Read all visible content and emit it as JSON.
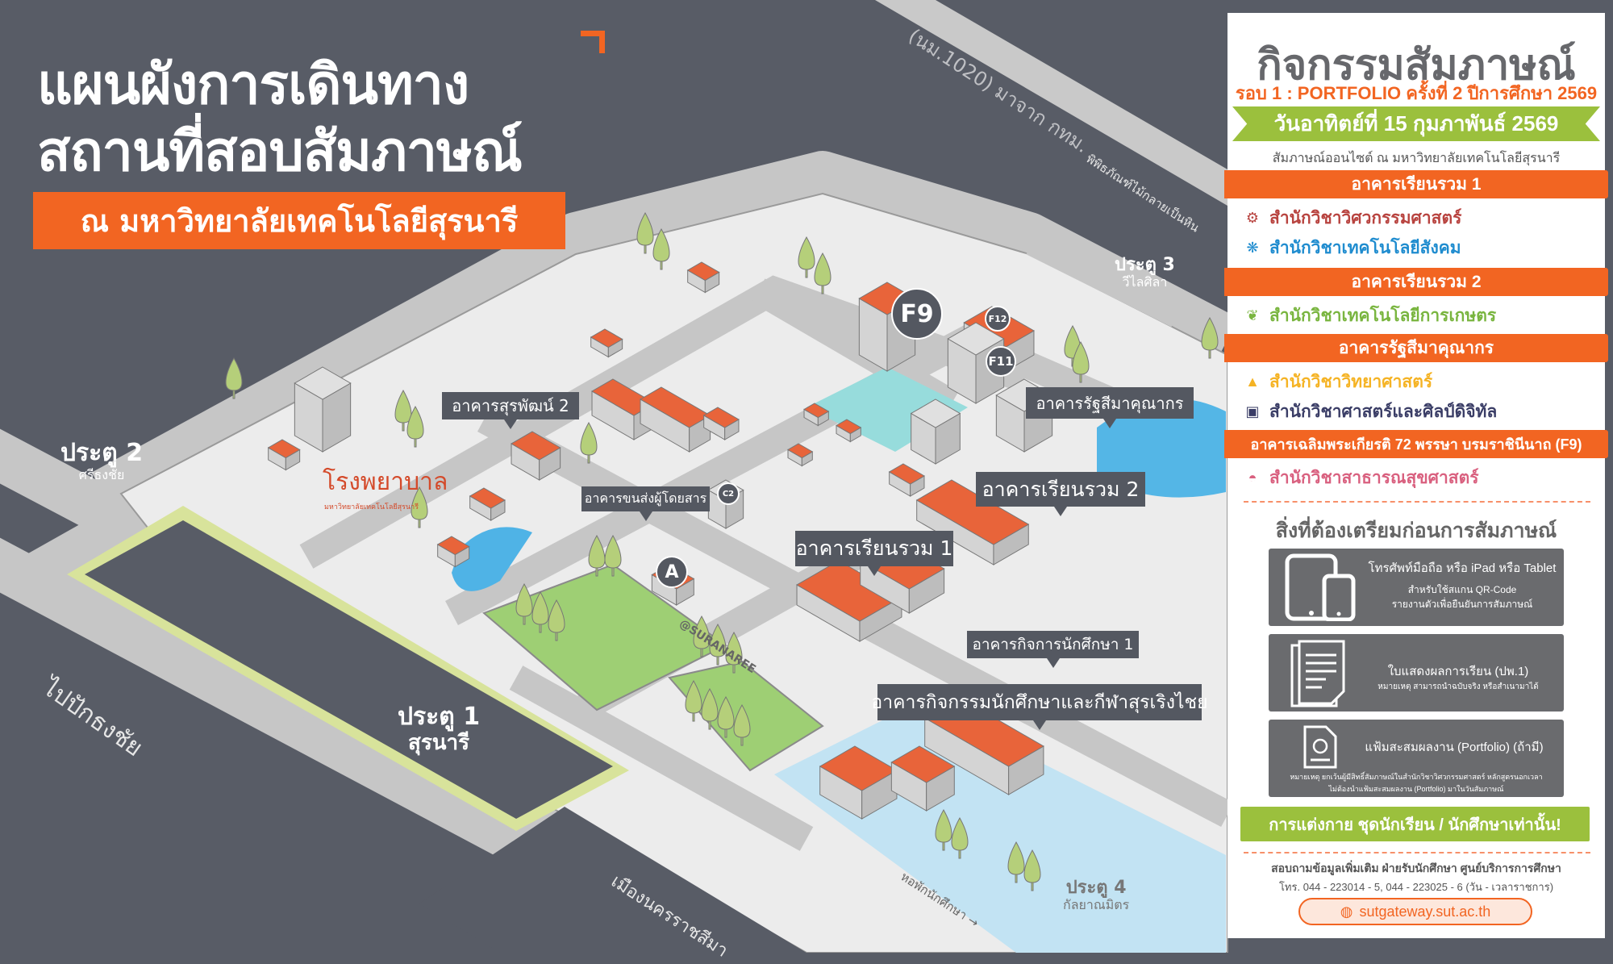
{
  "header": {
    "title_line1": "แผนผังการเดินทาง",
    "title_line2": "สถานที่สอบสัมภาษณ์",
    "banner": "ณ มหาวิทยาลัยเทคโนโลยีสุรนารี"
  },
  "map": {
    "road_labels": {
      "highway": "(นม.1020)  มาจาก กทม.",
      "museum": "พิพิธภัณฑ์ไม้กลายเป็นหิน",
      "to_pakthongchai": "ไปปักธงชัย",
      "to_korat": "เมืองนครราชสีมา",
      "dorm": "หอพักนักศึกษา →"
    },
    "gates": [
      {
        "name": "ประตู 2",
        "sub": "ศรีธงชัย"
      },
      {
        "name": "ประตู 1",
        "sub": "สุรนารี"
      },
      {
        "name": "ประตู 3",
        "sub": "วีไลศิลา"
      },
      {
        "name": "ประตู 4",
        "sub": "กัลยาณมิตร"
      }
    ],
    "hospital": {
      "name": "โรงพยาบาล",
      "sub": "มหาวิทยาลัยเทคโนโลยีสุรนารี"
    },
    "watermark": "@SURANAREE",
    "buildings": [
      "อาคารสุรพัฒน์ 2",
      "อาคารขนส่งผู้โดยสาร",
      "อาคารรัฐสีมาคุณากร",
      "อาคารเรียนรวม 2",
      "อาคารเรียนรวม 1",
      "อาคารกิจการนักศึกษา 1",
      "อาคารกิจกรรมนักศึกษาและกีฬาสุรเริงไชย"
    ],
    "pins": [
      "F9",
      "F12",
      "F11",
      "C2",
      "A"
    ]
  },
  "panel": {
    "title": "กิจกรรมสัมภาษณ์",
    "round": "รอบ 1 : PORTFOLIO ครั้งที่ 2 ปีการศึกษา 2569",
    "date": "วันอาทิตย์ที่ 15 กุมภาพันธ์ 2569",
    "subtitle": "สัมภาษณ์ออนไซต์ ณ มหาวิทยาลัยเทคโนโลยีสุรนารี",
    "sections": [
      {
        "building": "อาคารเรียนรวม 1",
        "schools": [
          {
            "name": "สำนักวิชาวิศวกรรมศาสตร์",
            "icon": "gear-icon",
            "color": "#b8433f"
          },
          {
            "name": "สำนักวิชาเทคโนโลยีสังคม",
            "icon": "network-icon",
            "color": "#1f8ccf"
          }
        ]
      },
      {
        "building": "อาคารเรียนรวม 2",
        "schools": [
          {
            "name": "สำนักวิชาเทคโนโลยีการเกษตร",
            "icon": "leaf-icon",
            "color": "#79b53f"
          }
        ]
      },
      {
        "building": "อาคารรัฐสีมาคุณากร",
        "schools": [
          {
            "name": "สำนักวิชาวิทยาศาสตร์",
            "icon": "flask-icon",
            "color": "#f5b324"
          },
          {
            "name": "สำนักวิชาศาสตร์และศิลป์ดิจิทัล",
            "icon": "monitor-icon",
            "color": "#3a3d66"
          }
        ]
      },
      {
        "building": "อาคารเฉลิมพระเกียรติ 72 พรรษา บรมราชินีนาถ (F9)",
        "schools": [
          {
            "name": "สำนักวิชาสาธารณสุขศาสตร์",
            "icon": "helmet-icon",
            "color": "#d9607f"
          }
        ]
      }
    ],
    "prepare_heading": "สิ่งที่ต้องเตรียมก่อนการสัมภาษณ์",
    "items": [
      {
        "title": "โทรศัพท์มือถือ หรือ iPad หรือ Tablet",
        "line1": "สำหรับใช้สแกน QR-Code",
        "line2": "รายงานตัวเพื่อยืนยันการสัมภาษณ์"
      },
      {
        "title": "ใบแสดงผลการเรียน (ปพ.1)",
        "note": "หมายเหตุ สามารถนำฉบับจริง หรือสำเนามาได้"
      },
      {
        "title": "แฟ้มสะสมผลงาน (Portfolio) (ถ้ามี)",
        "note1": "หมายเหตุ ยกเว้นผู้มีสิทธิ์สัมภาษณ์ในสำนักวิชาวิศวกรรมศาสตร์ หลักสูตรนอกเวลา",
        "note2": "ไม่ต้องนำแฟ้มสะสมผลงาน (Portfolio) มาในวันสัมภาษณ์"
      }
    ],
    "dress_code": "การแต่งกาย ชุดนักเรียน / นักศึกษาเท่านั้น!",
    "contact_line1": "สอบถามข้อมูลเพิ่มเติม ฝ่ายรับนักศึกษา ศูนย์บริการการศึกษา",
    "contact_line2": "โทร. 044 - 223014 - 5, 044 - 223025 - 6 (วัน - เวลาราชการ)",
    "website": "sutgateway.sut.ac.th"
  },
  "colors": {
    "accent": "#f26522",
    "green": "#9bc03d",
    "background": "#585c66"
  }
}
